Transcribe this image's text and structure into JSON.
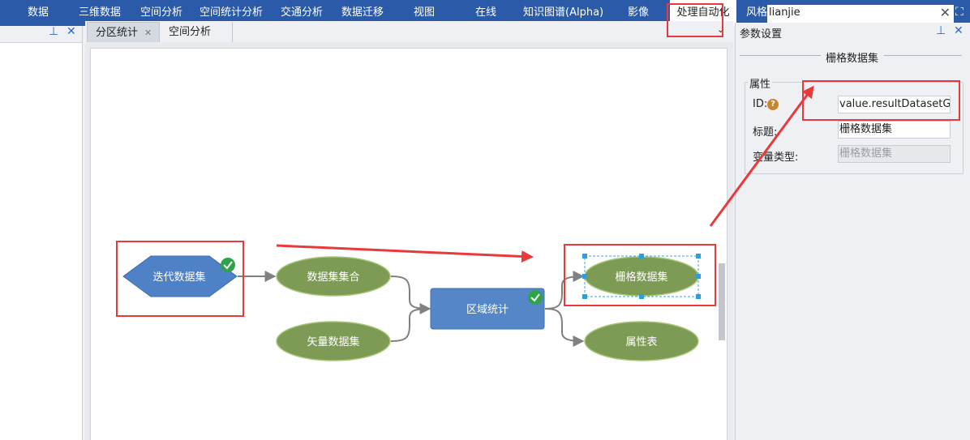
{
  "menu": {
    "items": [
      "数据",
      "三维数据",
      "空间分析",
      "空间统计分析",
      "交通分析",
      "数据迁移",
      "视图",
      "在线",
      "知识图谱(Alpha)",
      "影像",
      "处理自动化",
      "风格设置"
    ],
    "active": "处理自动化"
  },
  "search": {
    "value": "lianjie"
  },
  "tabs": [
    "分区统计",
    "空间分析"
  ],
  "workflow": {
    "nodes": {
      "iterator": "迭代数据集",
      "dataset_collection": "数据集集合",
      "vector_dataset": "矢量数据集",
      "zonal_stats": "区域统计",
      "raster_dataset": "栅格数据集",
      "attribute_table": "属性表"
    }
  },
  "params_panel": {
    "title": "参数设置",
    "node_title": "栅格数据集",
    "group_label": "属性",
    "fields": {
      "id_label": "ID:",
      "id_value": "value.resultDatasetGrid",
      "title_label": "标题:",
      "title_value": "栅格数据集",
      "type_label": "变量类型:",
      "type_value": "栅格数据集"
    }
  },
  "colors": {
    "menubar": "#2b5aa8",
    "node_blue": "#4f81c7",
    "node_green": "#7e9b56",
    "annotation_red": "#e8393b",
    "check_green": "#2fa24a"
  }
}
